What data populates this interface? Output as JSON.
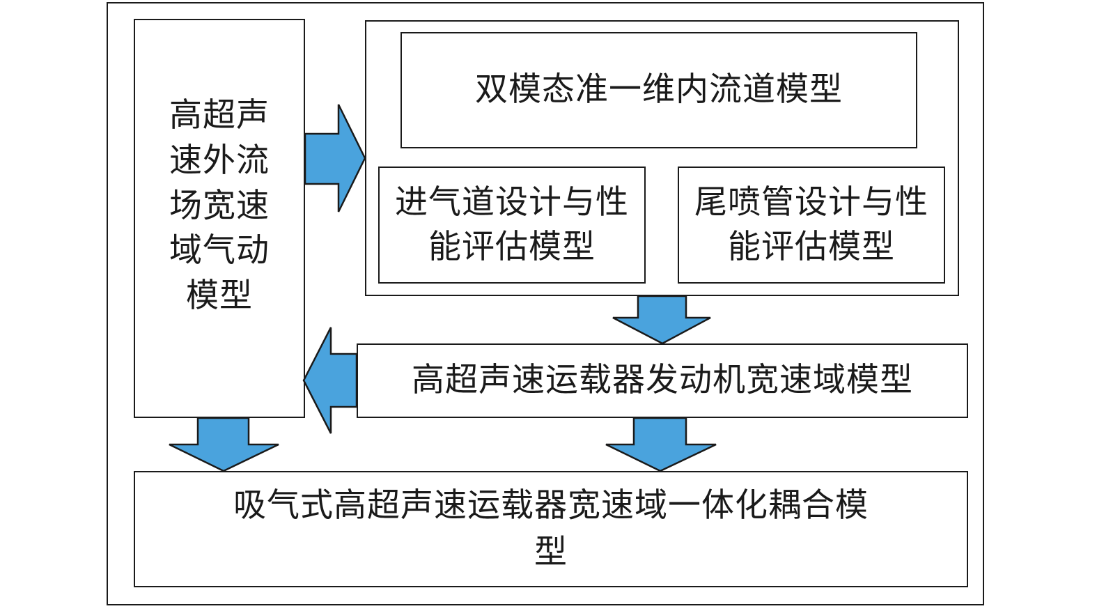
{
  "diagram": {
    "boxes": {
      "external_flow": "高超声速外流场宽速域气动模型",
      "dual_mode": "双模态准一维内流道模型",
      "inlet": "进气道设计与性能评估模型",
      "nozzle": "尾喷管设计与性能评估模型",
      "engine_wide": "高超声速运载器发动机宽速域模型",
      "coupled": "吸气式高超声速运载器宽速域一体化耦合模型"
    },
    "arrow_color": "#4aa3dd",
    "border_color": "#1a1a1a"
  }
}
